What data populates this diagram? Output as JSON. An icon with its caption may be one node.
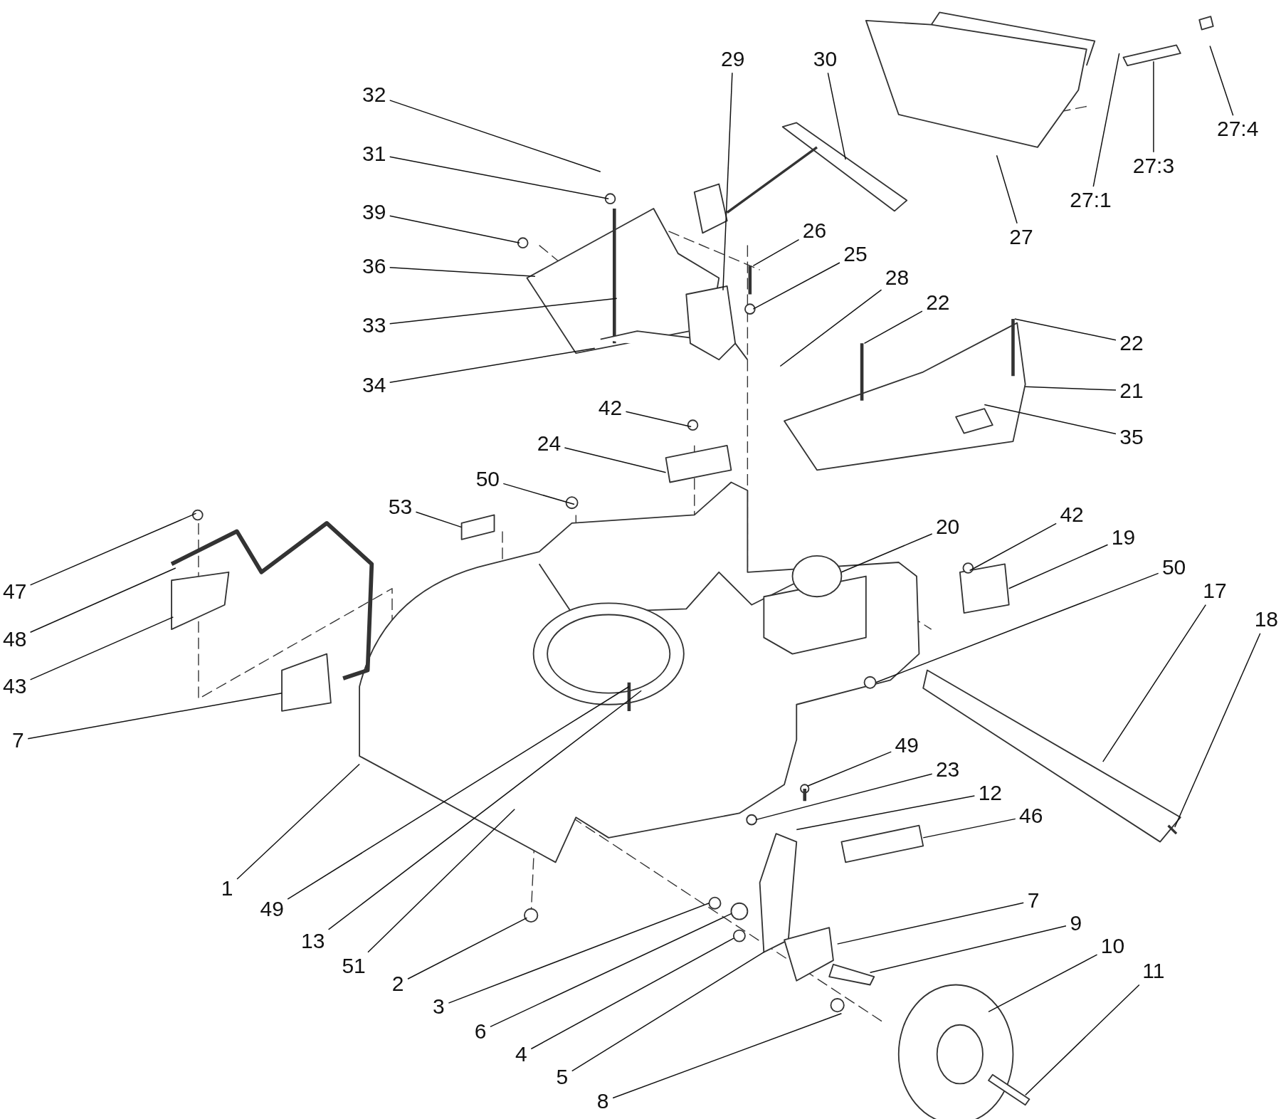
{
  "diagram": {
    "nodes": [
      {
        "text": [
          "32"
        ]
      },
      {
        "text": [
          "31"
        ]
      },
      {
        "text": [
          "29"
        ]
      },
      {
        "text": [
          "30"
        ]
      },
      {
        "text": [
          "27:4"
        ]
      },
      {
        "text": [
          "39"
        ]
      },
      {
        "text": [
          "27:3"
        ]
      },
      {
        "text": [
          "27:1"
        ]
      },
      {
        "text": [
          "26"
        ]
      },
      {
        "text": [
          "27"
        ]
      },
      {
        "text": [
          "36"
        ]
      },
      {
        "text": [
          "25"
        ]
      },
      {
        "text": [
          "28"
        ]
      },
      {
        "text": [
          "22"
        ]
      },
      {
        "text": [
          "33"
        ]
      },
      {
        "text": [
          "22"
        ]
      },
      {
        "text": [
          "34"
        ]
      },
      {
        "text": [
          "21"
        ]
      },
      {
        "text": [
          "42"
        ]
      },
      {
        "text": [
          "35"
        ]
      },
      {
        "text": [
          "24"
        ]
      },
      {
        "text": [
          "50"
        ]
      },
      {
        "text": [
          "53"
        ]
      },
      {
        "text": [
          "20"
        ]
      },
      {
        "text": [
          "42"
        ]
      },
      {
        "text": [
          "19"
        ]
      },
      {
        "text": [
          "50"
        ]
      },
      {
        "text": [
          "17"
        ]
      },
      {
        "text": [
          "18"
        ]
      },
      {
        "text": [
          "47"
        ]
      },
      {
        "text": [
          "48"
        ]
      },
      {
        "text": [
          "43"
        ]
      },
      {
        "text": [
          "7"
        ]
      },
      {
        "text": [
          "49"
        ]
      },
      {
        "text": [
          "23"
        ]
      },
      {
        "text": [
          "12"
        ]
      },
      {
        "text": [
          "46"
        ]
      },
      {
        "text": [
          "1"
        ]
      },
      {
        "text": [
          "49"
        ]
      },
      {
        "text": [
          "13"
        ]
      },
      {
        "text": [
          "51"
        ]
      },
      {
        "text": [
          "2"
        ]
      },
      {
        "text": [
          "7"
        ]
      },
      {
        "text": [
          "3"
        ]
      },
      {
        "text": [
          "9"
        ]
      },
      {
        "text": [
          "6"
        ]
      },
      {
        "text": [
          "10"
        ]
      },
      {
        "text": [
          "4"
        ]
      },
      {
        "text": [
          "11"
        ]
      },
      {
        "text": [
          "5"
        ]
      },
      {
        "text": [
          "8"
        ]
      }
    ],
    "edges": [
      {
        "from": 0,
        "to": null,
        "arrow": "none"
      },
      {
        "from": 1,
        "to": null,
        "arrow": "none"
      },
      {
        "from": 2,
        "to": null,
        "arrow": "none"
      },
      {
        "from": 3,
        "to": null,
        "arrow": "none"
      },
      {
        "from": 4,
        "to": null,
        "arrow": "none"
      },
      {
        "from": 5,
        "to": null,
        "arrow": "none"
      },
      {
        "from": 6,
        "to": null,
        "arrow": "none"
      },
      {
        "from": 7,
        "to": null,
        "arrow": "none"
      },
      {
        "from": 8,
        "to": null,
        "arrow": "none"
      },
      {
        "from": 9,
        "to": null,
        "arrow": "none"
      },
      {
        "from": 10,
        "to": null,
        "arrow": "none"
      },
      {
        "from": 11,
        "to": null,
        "arrow": "none"
      },
      {
        "from": 12,
        "to": null,
        "arrow": "none"
      },
      {
        "from": 13,
        "to": null,
        "arrow": "none"
      },
      {
        "from": 14,
        "to": null,
        "arrow": "none"
      },
      {
        "from": 15,
        "to": null,
        "arrow": "none"
      },
      {
        "from": 16,
        "to": null,
        "arrow": "none"
      },
      {
        "from": 17,
        "to": null,
        "arrow": "none"
      },
      {
        "from": 18,
        "to": null,
        "arrow": "none"
      },
      {
        "from": 19,
        "to": null,
        "arrow": "none"
      },
      {
        "from": 20,
        "to": null,
        "arrow": "none"
      },
      {
        "from": 21,
        "to": null,
        "arrow": "none"
      },
      {
        "from": 22,
        "to": null,
        "arrow": "none"
      },
      {
        "from": 23,
        "to": null,
        "arrow": "none"
      },
      {
        "from": 24,
        "to": null,
        "arrow": "none"
      },
      {
        "from": 25,
        "to": null,
        "arrow": "none"
      },
      {
        "from": 26,
        "to": null,
        "arrow": "none"
      },
      {
        "from": 27,
        "to": null,
        "arrow": "none"
      },
      {
        "from": 28,
        "to": null,
        "arrow": "none"
      },
      {
        "from": 29,
        "to": null,
        "arrow": "none"
      },
      {
        "from": 30,
        "to": null,
        "arrow": "none"
      },
      {
        "from": 31,
        "to": null,
        "arrow": "none"
      },
      {
        "from": 32,
        "to": null,
        "arrow": "none"
      },
      {
        "from": 33,
        "to": null,
        "arrow": "none"
      },
      {
        "from": 34,
        "to": null,
        "arrow": "none"
      },
      {
        "from": 35,
        "to": null,
        "arrow": "none"
      },
      {
        "from": 36,
        "to": null,
        "arrow": "none"
      },
      {
        "from": 37,
        "to": null,
        "arrow": "none"
      },
      {
        "from": 38,
        "to": null,
        "arrow": "none"
      },
      {
        "from": 39,
        "to": null,
        "arrow": "none"
      },
      {
        "from": 40,
        "to": null,
        "arrow": "none"
      },
      {
        "from": 41,
        "to": null,
        "arrow": "none"
      },
      {
        "from": 42,
        "to": null,
        "arrow": "none"
      },
      {
        "from": 43,
        "to": null,
        "arrow": "none"
      },
      {
        "from": 44,
        "to": null,
        "arrow": "none"
      },
      {
        "from": 45,
        "to": null,
        "arrow": "none"
      },
      {
        "from": 46,
        "to": null,
        "arrow": "none"
      },
      {
        "from": 47,
        "to": null,
        "arrow": "none"
      },
      {
        "from": 48,
        "to": null,
        "arrow": "none"
      },
      {
        "from": 49,
        "to": null,
        "arrow": "none"
      },
      {
        "from": 50,
        "to": null,
        "arrow": "none"
      }
    ]
  }
}
